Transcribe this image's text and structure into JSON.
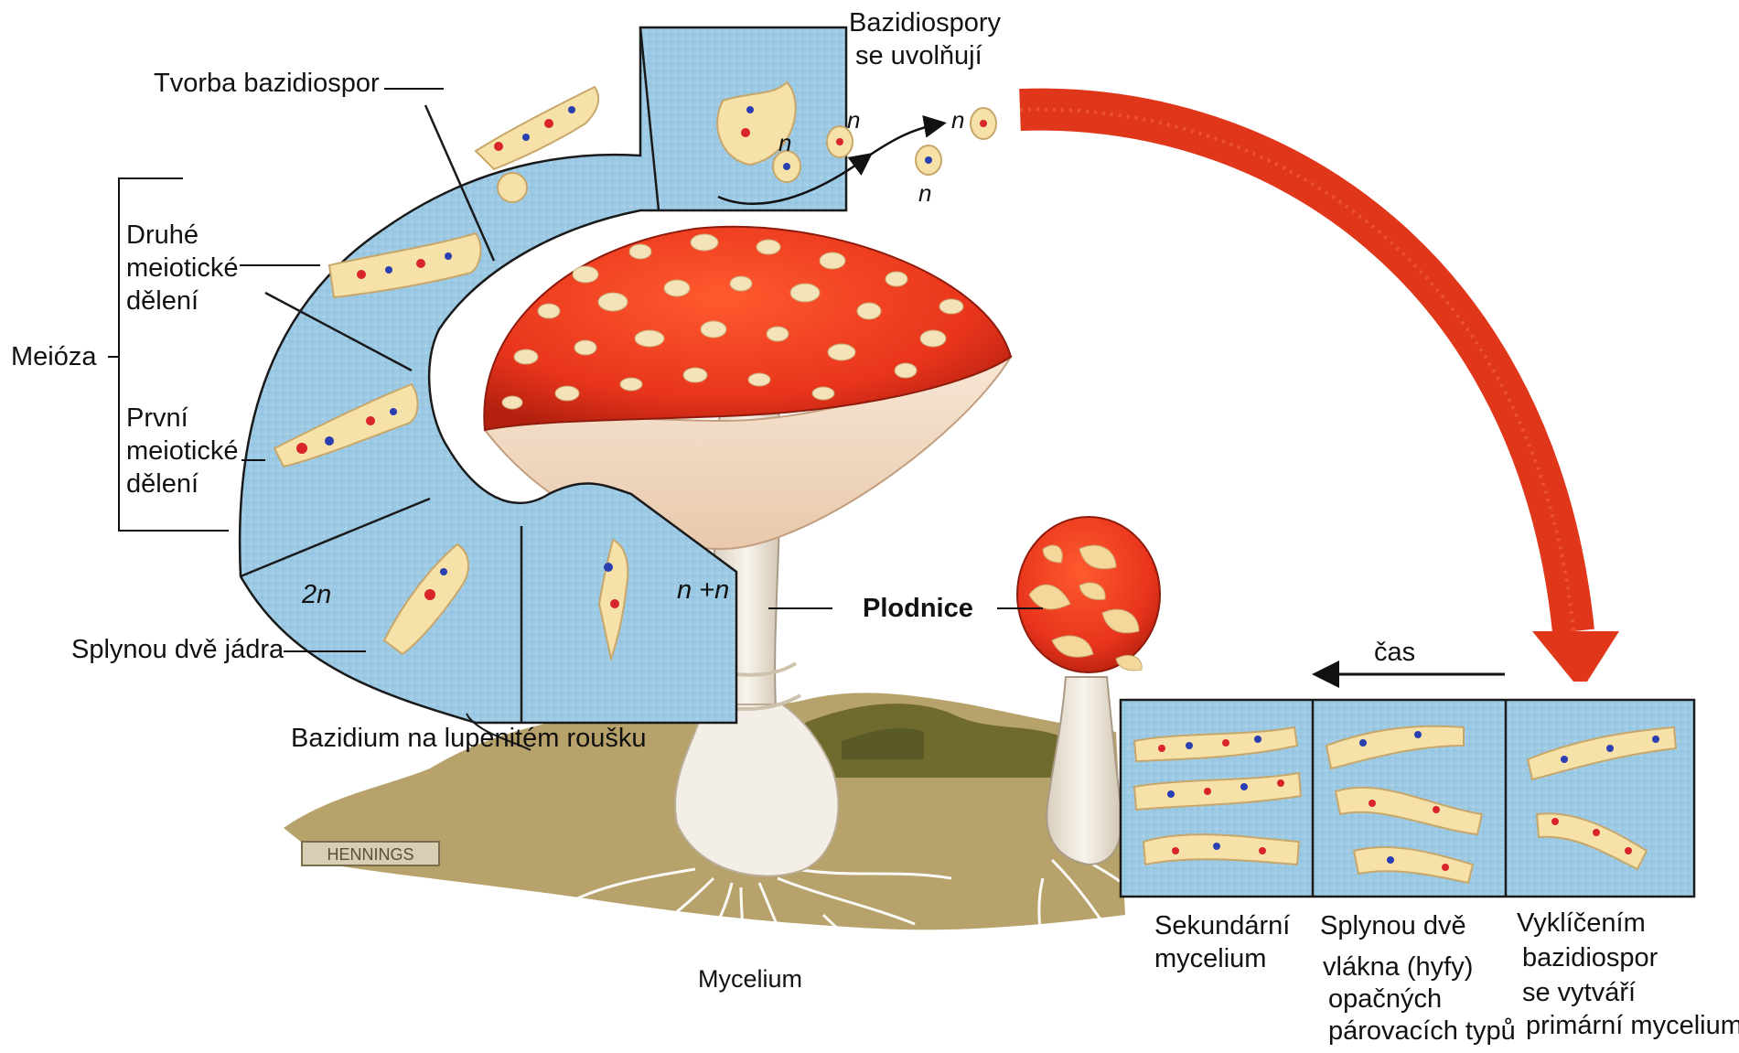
{
  "labels": {
    "bazidiospory_1": "Bazidiospory",
    "bazidiospory_2": "se uvolňují",
    "tvorba": "Tvorba bazidiospor",
    "druhe_1": "Druhé",
    "druhe_2": "meiotické",
    "druhe_3": "dělení",
    "meioza": "Meióza",
    "prvni_1": "První",
    "prvni_2": "meiotické",
    "prvni_3": "dělení",
    "two_n": "2n",
    "n_plus_n": "n +n",
    "splynou_jadra": "Splynou dvě jádra",
    "bazidium": "Bazidium na lupenitém roušku",
    "plodnice": "Plodnice",
    "cas": "čas",
    "mycelium": "Mycelium",
    "sekundarni_1": "Sekundární",
    "sekundarni_2": "mycelium",
    "splynou_vlakna_1": "Splynou dvě",
    "splynou_vlakna_2": "vlákna (hyfy)",
    "splynou_vlakna_3": "opačných",
    "splynou_vlakna_4": "párovacích typů",
    "vyklicenim_1": "Vyklíčením",
    "vyklicenim_2": "bazidiospor",
    "vyklicenim_3": "se vytváří",
    "vyklicenim_4": "primární mycelium",
    "n_spore_1": "n",
    "n_spore_2": "n",
    "n_spore_3": "n",
    "n_spore_4": "n",
    "signature": "HENNINGS"
  },
  "colors": {
    "cap_red": "#e8341c",
    "arrow_red": "#e0361a",
    "panel_blue": "#9cc9e4",
    "cell_cream": "#f6e1a8",
    "nucleus_red": "#d8242a",
    "nucleus_blue": "#2a3fb0",
    "stem_white": "#f1ece3",
    "soil": "#8d7a42"
  }
}
